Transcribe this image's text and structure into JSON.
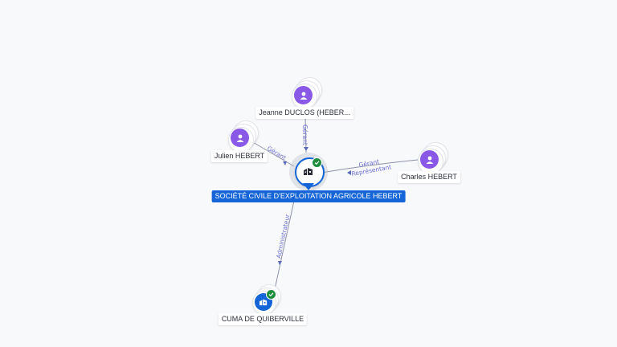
{
  "nodes": {
    "center": {
      "name": "SOCIÉTÉ CIVILE D'EXPLOITATION AGRICOLE HEBERT",
      "icon": "building-icon",
      "verified": true
    },
    "jeanne": {
      "name": "Jeanne DUCLOS (HEBER...",
      "icon": "person-icon"
    },
    "julien": {
      "name": "Julien HEBERT",
      "icon": "person-icon"
    },
    "charles": {
      "name": "Charles HEBERT",
      "icon": "person-icon"
    },
    "cuma": {
      "name": "CUMA DE QUIBERVILLE",
      "icon": "building-icon",
      "verified": true
    }
  },
  "edges": {
    "jeanne": {
      "label": "Gérant"
    },
    "julien": {
      "label": "Gérant"
    },
    "charles": {
      "label": "Gérant",
      "label2": "Représentant"
    },
    "cuma": {
      "label": "Administrateur"
    }
  },
  "colors": {
    "person": "#8a58e6",
    "company": "#1565d8",
    "verified": "#1e8e3e",
    "edge": "#8e93a8",
    "edge_label": "#6a6fd0"
  }
}
